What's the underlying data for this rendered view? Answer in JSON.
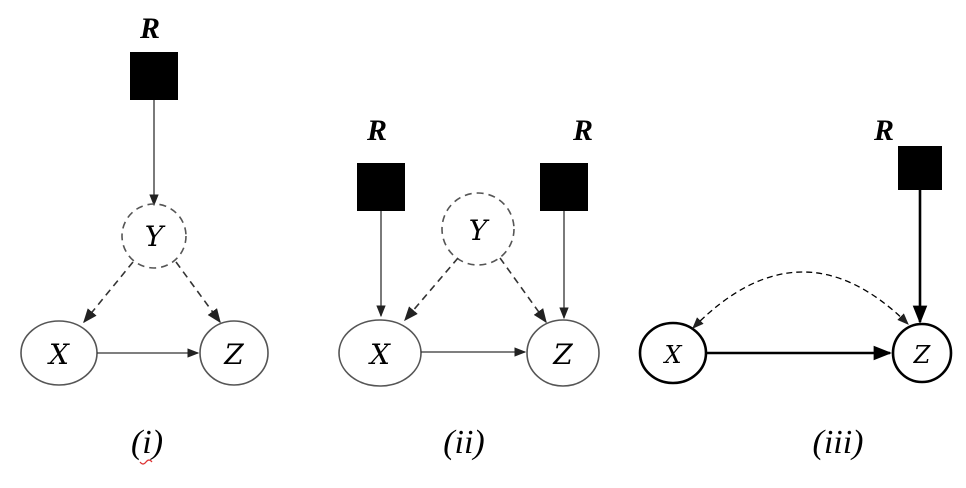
{
  "diagrams": [
    {
      "caption": "(i)",
      "nodes": {
        "R": "R",
        "Y": "Y",
        "X": "X",
        "Z": "Z"
      }
    },
    {
      "caption": "(ii)",
      "nodes": {
        "R1": "R",
        "R2": "R",
        "Y": "Y",
        "X": "X",
        "Z": "Z"
      }
    },
    {
      "caption": "(iii)",
      "nodes": {
        "R": "R",
        "X": "X",
        "Z": "Z"
      }
    }
  ],
  "colors": {
    "ink": "#000000",
    "edge": "#333333",
    "node_stroke": "#555555",
    "background": "#ffffff"
  }
}
